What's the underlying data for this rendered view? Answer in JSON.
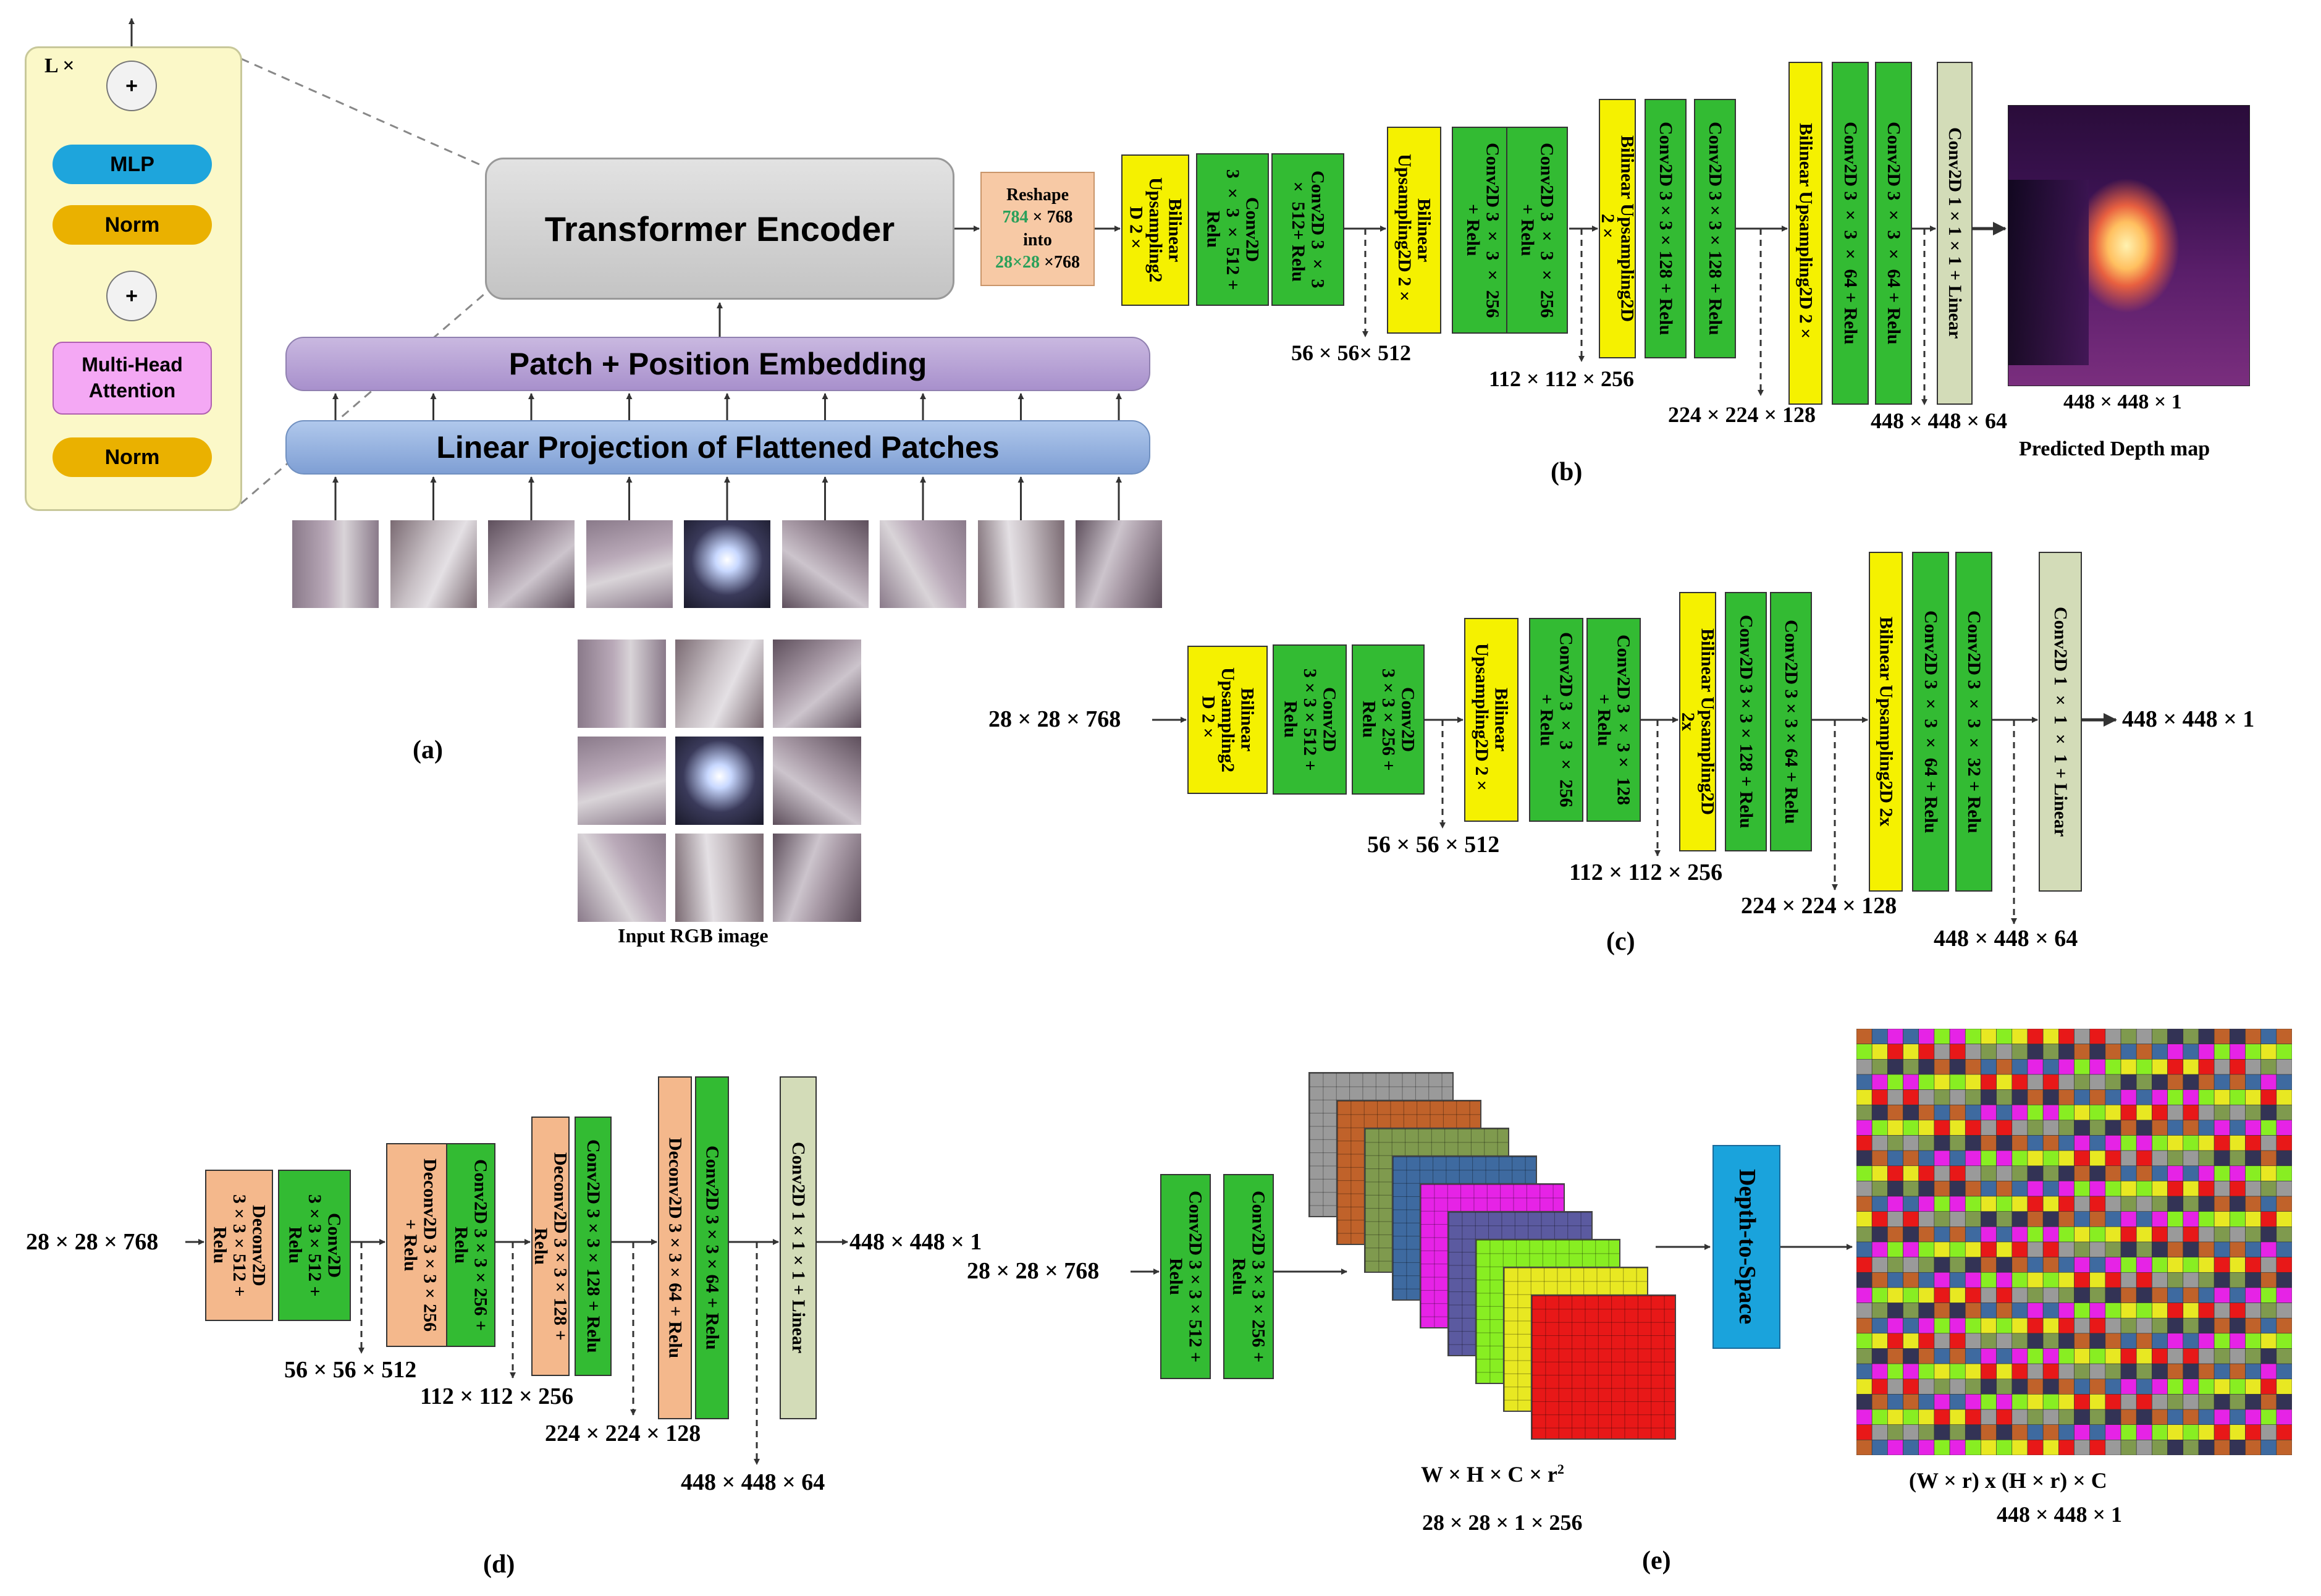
{
  "panel_a": {
    "caption": "(a)",
    "loop_label": "L ×",
    "plus": "+",
    "mlp": "MLP",
    "norm_top": "Norm",
    "mha": "Multi-Head\nAttention",
    "norm_bottom": "Norm",
    "transformer_encoder": "Transformer Encoder",
    "patch_embedding": "Patch + Position Embedding",
    "linear_projection": "Linear Projection of Flattened Patches",
    "input_caption": "Input RGB image",
    "reshape_top": "Reshape",
    "reshape_784": "784",
    "reshape_768a": " × 768",
    "reshape_into": "into",
    "reshape_28": "28×28",
    "reshape_768b": " ×768"
  },
  "panel_b": {
    "caption": "(b)",
    "blocks": [
      {
        "text": "Bilinear\nUpsampling2\nD 2×",
        "color": "yellow"
      },
      {
        "text": "Conv2D\n3 × 3 × 512 +\nRelu",
        "color": "green"
      },
      {
        "text": "Conv2D 3 × 3\n× 512+ Relu",
        "color": "green"
      },
      {
        "text": "Bilinear\nUpsampling2D 2×",
        "color": "yellow"
      },
      {
        "text": "Conv2D 3 × 3 × 256\n+ Relu",
        "color": "green"
      },
      {
        "text": "Conv2D 3 × 3 × 256\n+ Relu",
        "color": "green"
      },
      {
        "text": "Bilinear Upsampling2D\n2×",
        "color": "yellow"
      },
      {
        "text": "Conv2D 3×3×128 + Relu",
        "color": "green"
      },
      {
        "text": "Conv2D 3×3×128 + Relu",
        "color": "green"
      },
      {
        "text": "Bilinear Upsampling2D 2×",
        "color": "yellow"
      },
      {
        "text": "Conv2D 3 × 3 × 64 + Relu",
        "color": "green"
      },
      {
        "text": "Conv2D 3 × 3 × 64 + Relu",
        "color": "green"
      },
      {
        "text": "Conv2D 1×1×1 + Linear",
        "color": "sage"
      }
    ],
    "dims": [
      "56 × 56× 512",
      "112 × 112 × 256",
      "224 × 224 × 128",
      "448 × 448 × 64"
    ],
    "output_dim": "448 × 448 × 1",
    "output_label": "Predicted Depth map"
  },
  "panel_c": {
    "caption": "(c)",
    "input_dim": "28 × 28 × 768",
    "blocks": [
      {
        "text": "Bilinear\nUpsampling2\nD 2×",
        "color": "yellow"
      },
      {
        "text": "Conv2D\n3×3×512 +\nRelu",
        "color": "green"
      },
      {
        "text": "Conv2D\n3×3×256 +\nRelu",
        "color": "green"
      },
      {
        "text": "Bilinear\nUpsampling2D 2×",
        "color": "yellow"
      },
      {
        "text": "Conv2D 3 × 3 × 256\n+ Relu",
        "color": "green"
      },
      {
        "text": "Conv2D 3 × 3× 128\n+ Relu",
        "color": "green"
      },
      {
        "text": "Bilinear Upsampling2D\n2x",
        "color": "yellow"
      },
      {
        "text": "Conv2D 3×3×128 + Relu",
        "color": "green"
      },
      {
        "text": "Conv2D 3×3×64 + Relu",
        "color": "green"
      },
      {
        "text": "Bilinear Upsampling2D 2x",
        "color": "yellow"
      },
      {
        "text": "Conv2D 3 × 3 × 64 + Relu",
        "color": "green"
      },
      {
        "text": "Conv2D 3 × 3 × 32 + Relu",
        "color": "green"
      },
      {
        "text": "Conv2D 1 × 1 × 1 + Linear",
        "color": "sage"
      }
    ],
    "dims": [
      "56 × 56 × 512",
      "112 × 112 × 256",
      "224 × 224 × 128",
      "448 × 448 × 64"
    ],
    "output_dim": "448 × 448 × 1"
  },
  "panel_d": {
    "caption": "(d)",
    "input_dim": "28 × 28 × 768",
    "blocks": [
      {
        "text": "Deconv2D\n3×3×512 +\nRelu",
        "color": "peach"
      },
      {
        "text": "Conv2D\n3×3×512 +\nRelu",
        "color": "green"
      },
      {
        "text": "Deconv2D 3×3×256\n+ Relu",
        "color": "peach"
      },
      {
        "text": "Conv2D 3×3×256 +\nRelu",
        "color": "green"
      },
      {
        "text": "Deconv2D 3×3×128 +\nRelu",
        "color": "peach"
      },
      {
        "text": "Conv2D 3×3×128 + Relu",
        "color": "green"
      },
      {
        "text": "Deconv2D 3×3×64 + Relu",
        "color": "peach"
      },
      {
        "text": "Conv2D 3×3×64 + Relu",
        "color": "green"
      },
      {
        "text": "Conv2D 1×1×1 + Linear",
        "color": "sage"
      }
    ],
    "dims": [
      "56 × 56 × 512",
      "112 × 112 × 256",
      "224 × 224 × 128",
      "448 × 448 × 64"
    ],
    "output_dim": "448 × 448 × 1"
  },
  "panel_e": {
    "caption": "(e)",
    "input_dim": "28 × 28 × 768",
    "blocks": [
      {
        "text": "Conv2D 3×3×512 +\nRelu",
        "color": "green"
      },
      {
        "text": "Conv2D 3×3×256 +\nRelu",
        "color": "green"
      }
    ],
    "stack_label_1": "W × H × C × r",
    "stack_label_sup": "2",
    "stack_label_2": "28 × 28 × 1 × 256",
    "d2s": "Depth-to-Space",
    "out_label_1": "(W × r) x (H × r) × C",
    "out_label_2": "448 × 448 × 1",
    "stack_colors": [
      "#9a9a9a",
      "#c0622a",
      "#7f9a4e",
      "#3e6aa0",
      "#e623e6",
      "#5b5aa0",
      "#88ee22",
      "#e8e822",
      "#e81818"
    ],
    "mosaic_colors": [
      "#c0622a",
      "#3e6aa0",
      "#e623e6",
      "#88ee22",
      "#e8e822",
      "#e81818",
      "#9a9a9a",
      "#7f9a4e",
      "#333355"
    ]
  },
  "colors": {
    "yellow": "#f5f100",
    "green": "#33bb33",
    "peach": "#f4b88c",
    "sage": "#d3dcb8",
    "teal_number": "#2aa05a",
    "d2s_blue": "#1aa3dc"
  }
}
